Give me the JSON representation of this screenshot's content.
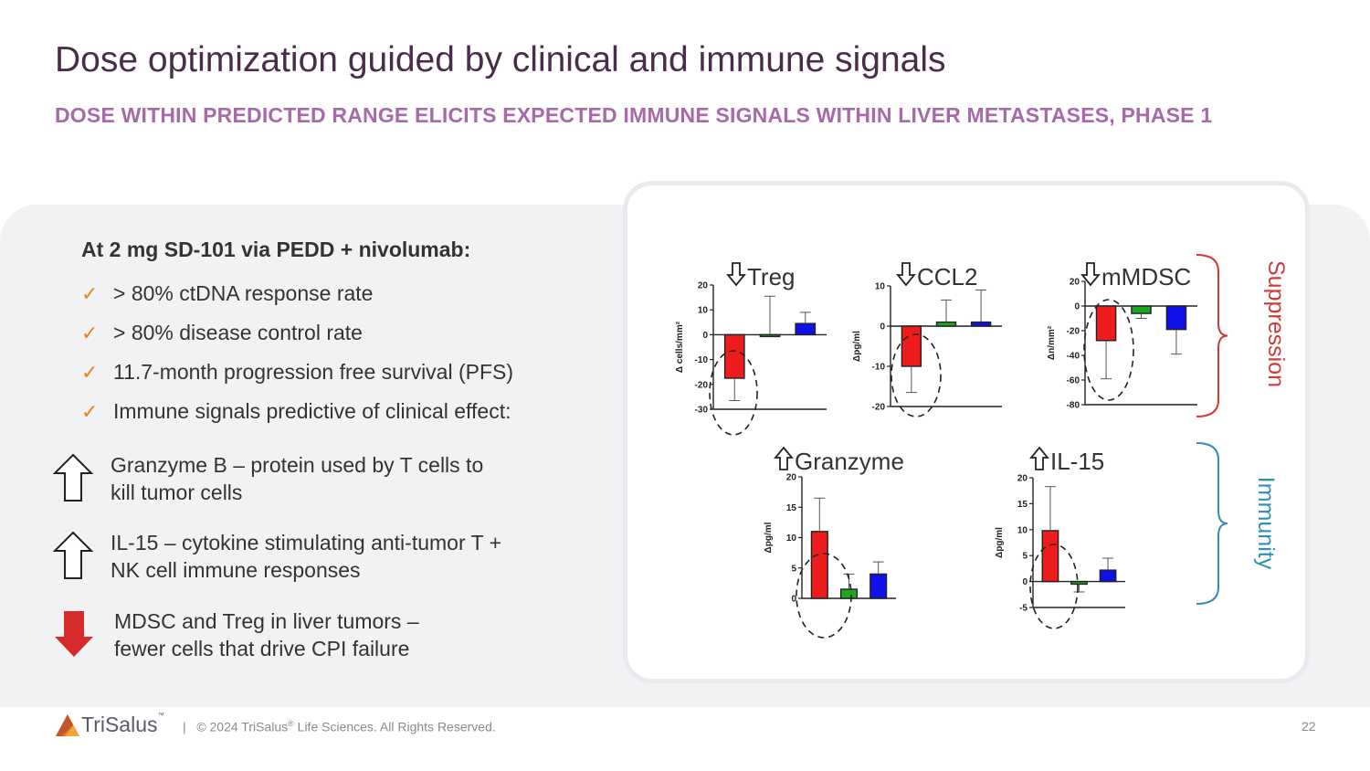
{
  "title": "Dose optimization guided by clinical and immune signals",
  "subtitle": "DOSE WITHIN PREDICTED RANGE ELICITS EXPECTED IMMUNE SIGNALS WITHIN LIVER METASTASES, PHASE 1",
  "left": {
    "lead": "At 2 mg SD-101 via PEDD + nivolumab:",
    "checks": [
      "> 80% ctDNA response rate",
      "> 80% disease control rate",
      "11.7-month progression free survival (PFS)",
      "Immune signals predictive of clinical effect:"
    ],
    "signals": [
      {
        "direction": "up",
        "line1": "Granzyme B – protein used by T cells to",
        "line2": "kill tumor cells"
      },
      {
        "direction": "up",
        "line1": "IL-15 – cytokine stimulating anti-tumor T +",
        "line2": "NK cell immune responses"
      },
      {
        "direction": "down",
        "line1": "MDSC and Treg in liver tumors –",
        "line2": "fewer cells that drive CPI failure"
      }
    ]
  },
  "brackets": {
    "suppression": {
      "label": "Suppression",
      "color": "#d03a3a"
    },
    "immunity": {
      "label": "Immunity",
      "color": "#2f8fb5"
    }
  },
  "chart_data": [
    {
      "type": "bar",
      "title": "Treg",
      "direction": "down",
      "ylabel": "Δ cells/mm²",
      "ylim": [
        -30,
        20
      ],
      "yticks": [
        20,
        10,
        0,
        -10,
        -20,
        -30
      ],
      "series": [
        {
          "values": [
            -17.5,
            0,
            4.5
          ],
          "errors": [
            9,
            15.5,
            4.5
          ]
        }
      ],
      "colors": [
        "#ee1c1c",
        "#1fa81f",
        "#1010e8"
      ]
    },
    {
      "type": "bar",
      "title": "CCL2",
      "direction": "down",
      "ylabel": "Δpg/ml",
      "ylim": [
        -20,
        10
      ],
      "yticks": [
        10,
        0,
        -10,
        -20
      ],
      "series": [
        {
          "values": [
            -10,
            1,
            1
          ],
          "errors": [
            6.5,
            5.5,
            8
          ]
        }
      ],
      "colors": [
        "#ee1c1c",
        "#1fa81f",
        "#1010e8"
      ]
    },
    {
      "type": "bar",
      "title": "mMDSC",
      "direction": "down",
      "ylabel": "Δn/mm²",
      "ylim": [
        -80,
        20
      ],
      "yticks": [
        20,
        0,
        -20,
        -40,
        -60,
        -80
      ],
      "series": [
        {
          "values": [
            -28,
            -6,
            -19
          ],
          "errors": [
            31,
            4,
            20
          ]
        }
      ],
      "colors": [
        "#ee1c1c",
        "#1fa81f",
        "#1010e8"
      ]
    },
    {
      "type": "bar",
      "title": "Granzyme",
      "direction": "up",
      "ylabel": "Δpg/ml",
      "ylim": [
        0,
        20
      ],
      "yticks": [
        20,
        15,
        10,
        5,
        0
      ],
      "series": [
        {
          "values": [
            11,
            1.5,
            4
          ],
          "errors": [
            5.5,
            2.5,
            2
          ]
        }
      ],
      "colors": [
        "#ee1c1c",
        "#1fa81f",
        "#1010e8"
      ]
    },
    {
      "type": "bar",
      "title": "IL-15",
      "direction": "up",
      "ylabel": "Δpg/ml",
      "ylim": [
        -5,
        20
      ],
      "yticks": [
        20,
        15,
        10,
        5,
        0,
        -5
      ],
      "series": [
        {
          "values": [
            9.8,
            -0.5,
            2.2
          ],
          "errors": [
            8.5,
            1.5,
            2.3
          ]
        }
      ],
      "colors": [
        "#ee1c1c",
        "#1fa81f",
        "#1010e8"
      ]
    }
  ],
  "footer": {
    "logo": "TriSalus",
    "logo_tm": "™",
    "separator": "|",
    "copyright_a": "© 2024 TriSalus",
    "copyright_reg": "®",
    "copyright_b": " Life Sciences. All Rights Reserved.",
    "page": "22"
  }
}
